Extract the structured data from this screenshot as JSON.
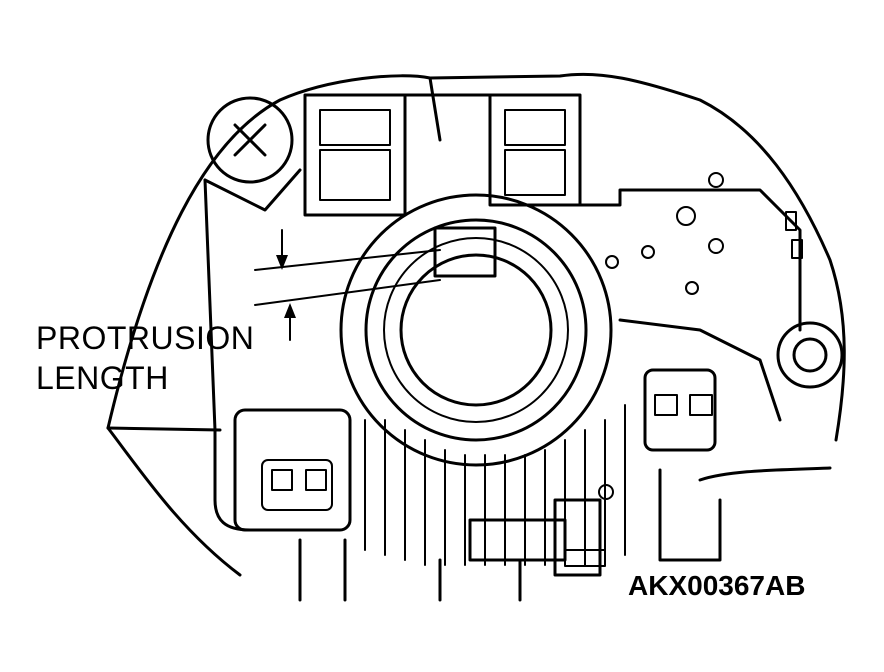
{
  "callout": {
    "line1": "PROTRUSION",
    "line2": "LENGTH"
  },
  "figure_id": "AKX00367AB"
}
